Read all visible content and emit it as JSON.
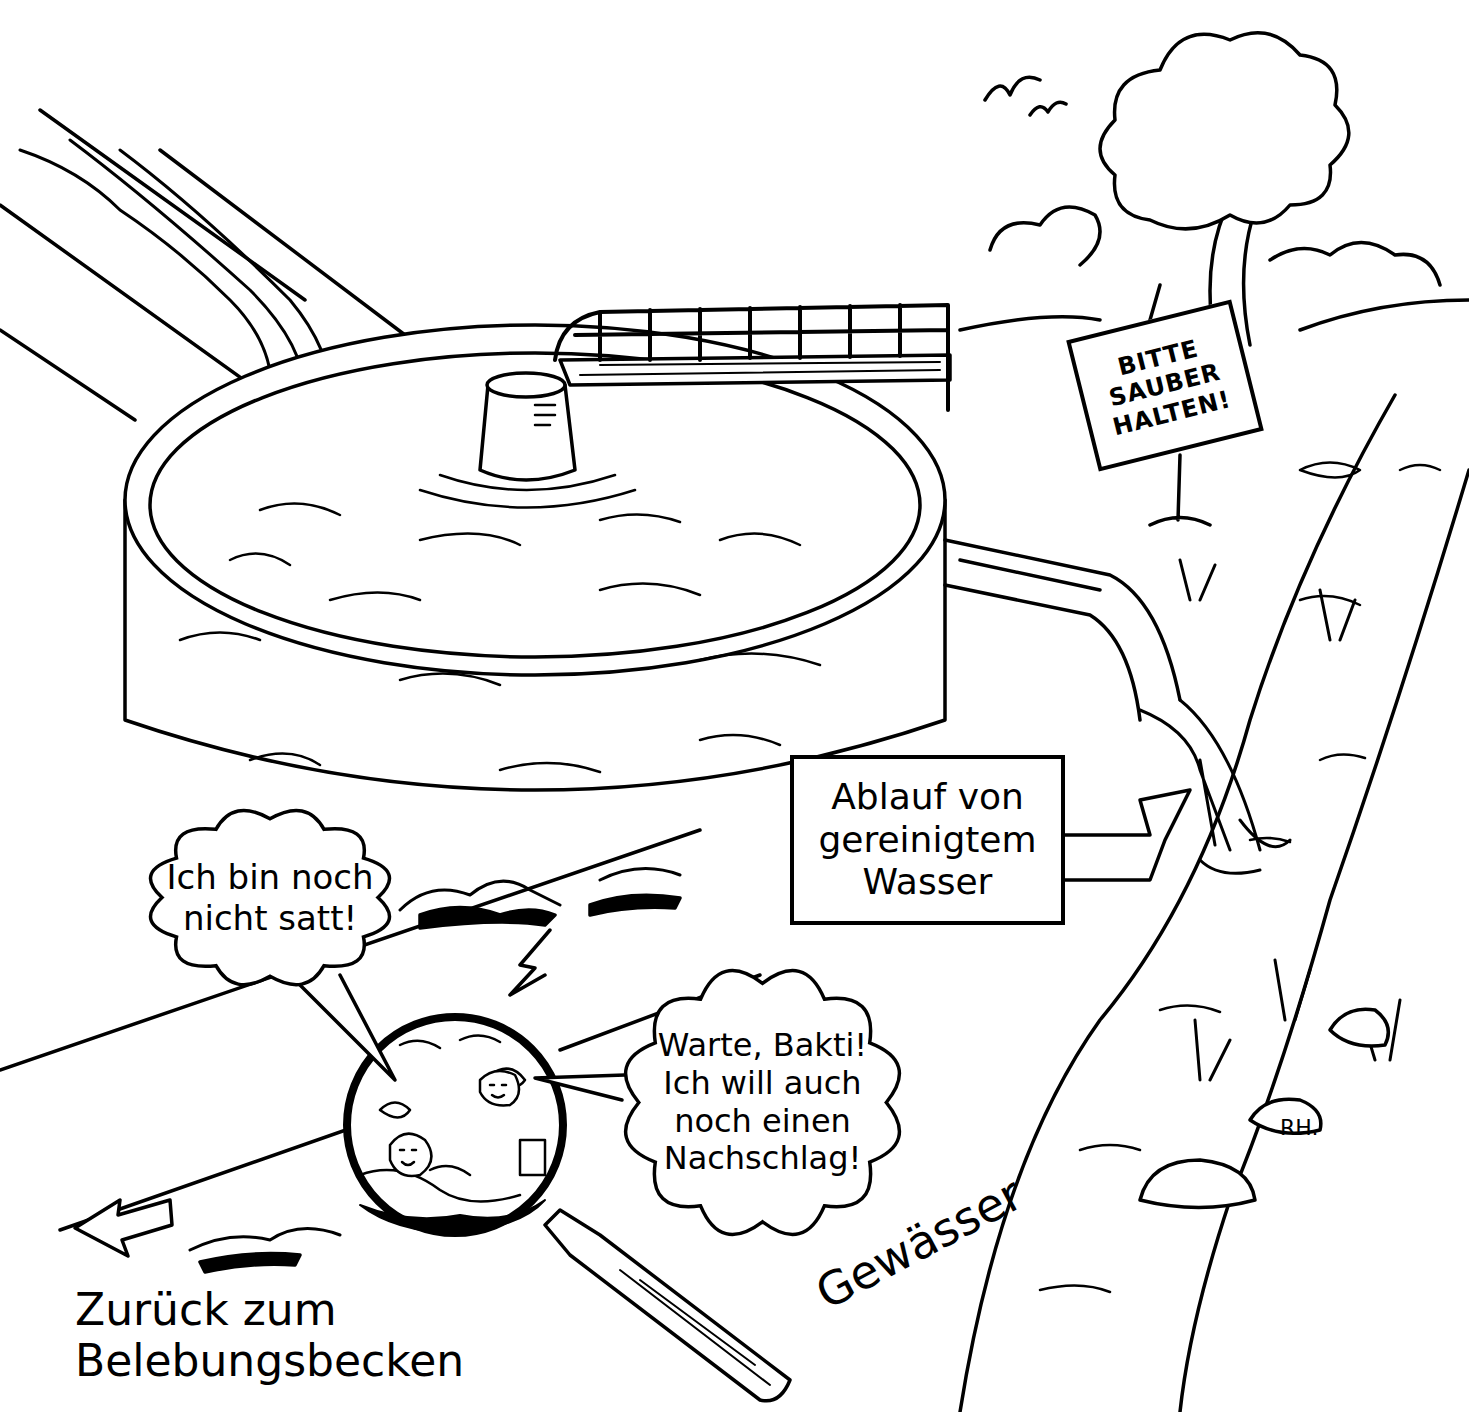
{
  "diagram": {
    "nodes": [
      {
        "text": [
          "BITTE SAUBER HALTEN!"
        ]
      },
      {
        "text": [
          "Ablauf von gereinigtem Wasser"
        ]
      },
      {
        "text": [
          "Ich bin noch nicht satt!"
        ]
      },
      {
        "text": [
          "Warte, Bakti! Ich will auch noch einen Nachschlag!"
        ]
      }
    ],
    "labels": [
      "Gewässer",
      "Zurück zum Belebungsbecken",
      "RH."
    ]
  }
}
